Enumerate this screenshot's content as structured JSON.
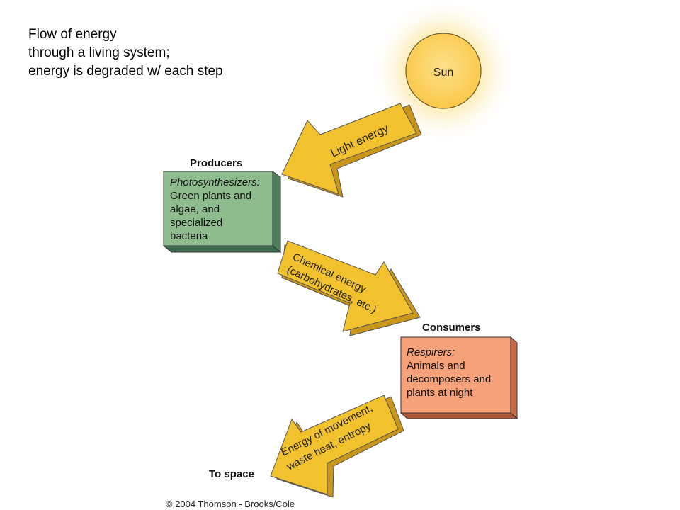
{
  "caption": {
    "line1": "Flow of energy",
    "line2": "through a living system;",
    "line3": "energy is degraded w/ each step"
  },
  "sun": {
    "label": "Sun"
  },
  "arrows": {
    "light": "Light energy",
    "chemical_line1": "Chemical energy",
    "chemical_line2": "(carbohydrates, etc.)",
    "movement_line1": "Energy of movement,",
    "movement_line2": "waste heat, entropy"
  },
  "producers": {
    "heading": "Producers",
    "title": "Photosynthesizers:",
    "lines": [
      "Green plants and",
      "algae, and",
      "specialized",
      "bacteria"
    ]
  },
  "consumers": {
    "heading": "Consumers",
    "title": "Respirers:",
    "lines": [
      "Animals and",
      "decomposers and",
      "plants at night"
    ]
  },
  "to_space": "To space",
  "copyright": "© 2004 Thomson - Brooks/Cole",
  "colors": {
    "arrow_fill": "#f2c12e",
    "arrow_side": "#c9961a",
    "producer_box": "#8fbc8f",
    "producer_side": "#4f7f5f",
    "consumer_box": "#f5a27a",
    "consumer_side": "#c86c48",
    "sun_core": "#fcd15a"
  }
}
